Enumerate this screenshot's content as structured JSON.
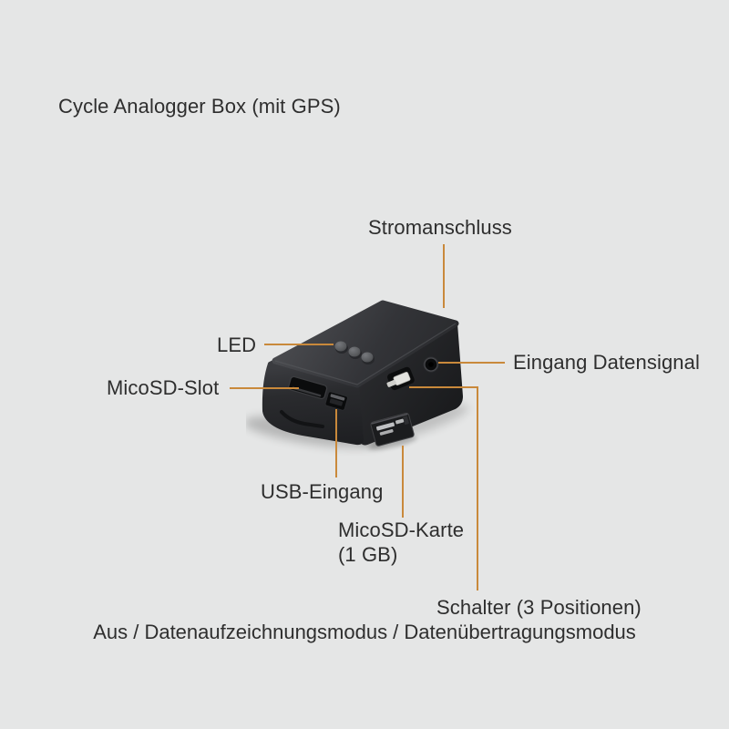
{
  "theme": {
    "background": "#e5e6e6",
    "leader_line_color": "#c9893b",
    "text_color": "#2e2e2e"
  },
  "title": "Cycle Analogger Box (mit GPS)",
  "callouts": {
    "stromanschluss": {
      "label": "Stromanschluss"
    },
    "led": {
      "label": "LED"
    },
    "micosd_slot": {
      "label": "MicoSD-Slot"
    },
    "eingang_datensignal": {
      "label": "Eingang Datensignal"
    },
    "usb_eingang": {
      "label": "USB-Eingang"
    },
    "micosd_karte": {
      "label_line1": "MicoSD-Karte",
      "label_line2": "(1 GB)"
    },
    "schalter": {
      "label": "Schalter (3 Positionen)"
    }
  },
  "footer": {
    "modes": "Aus / Datenaufzeichnungsmodus / Datenübertragungsmodus"
  },
  "device": {
    "description": "black data logger box with microSD card",
    "parts": [
      "led-indicators",
      "microsd-slot",
      "usb-port",
      "audio-jack-input",
      "mode-switch",
      "microsd-card"
    ]
  }
}
